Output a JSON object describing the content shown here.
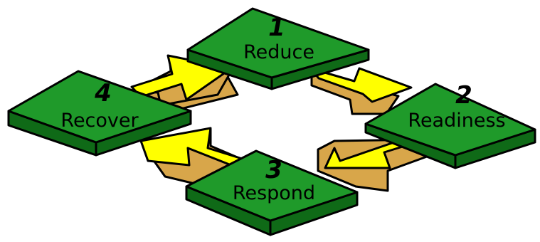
{
  "diagram": {
    "stages": [
      {
        "number": "1",
        "label": "Reduce"
      },
      {
        "number": "2",
        "label": "Readiness"
      },
      {
        "number": "3",
        "label": "Respond"
      },
      {
        "number": "4",
        "label": "Recover"
      }
    ],
    "colors": {
      "tile_top": "#1f9a2a",
      "tile_side": "#0f6a17",
      "arrow_top": "#ffff00",
      "arrow_side": "#d8a64a",
      "outline": "#000000"
    }
  }
}
